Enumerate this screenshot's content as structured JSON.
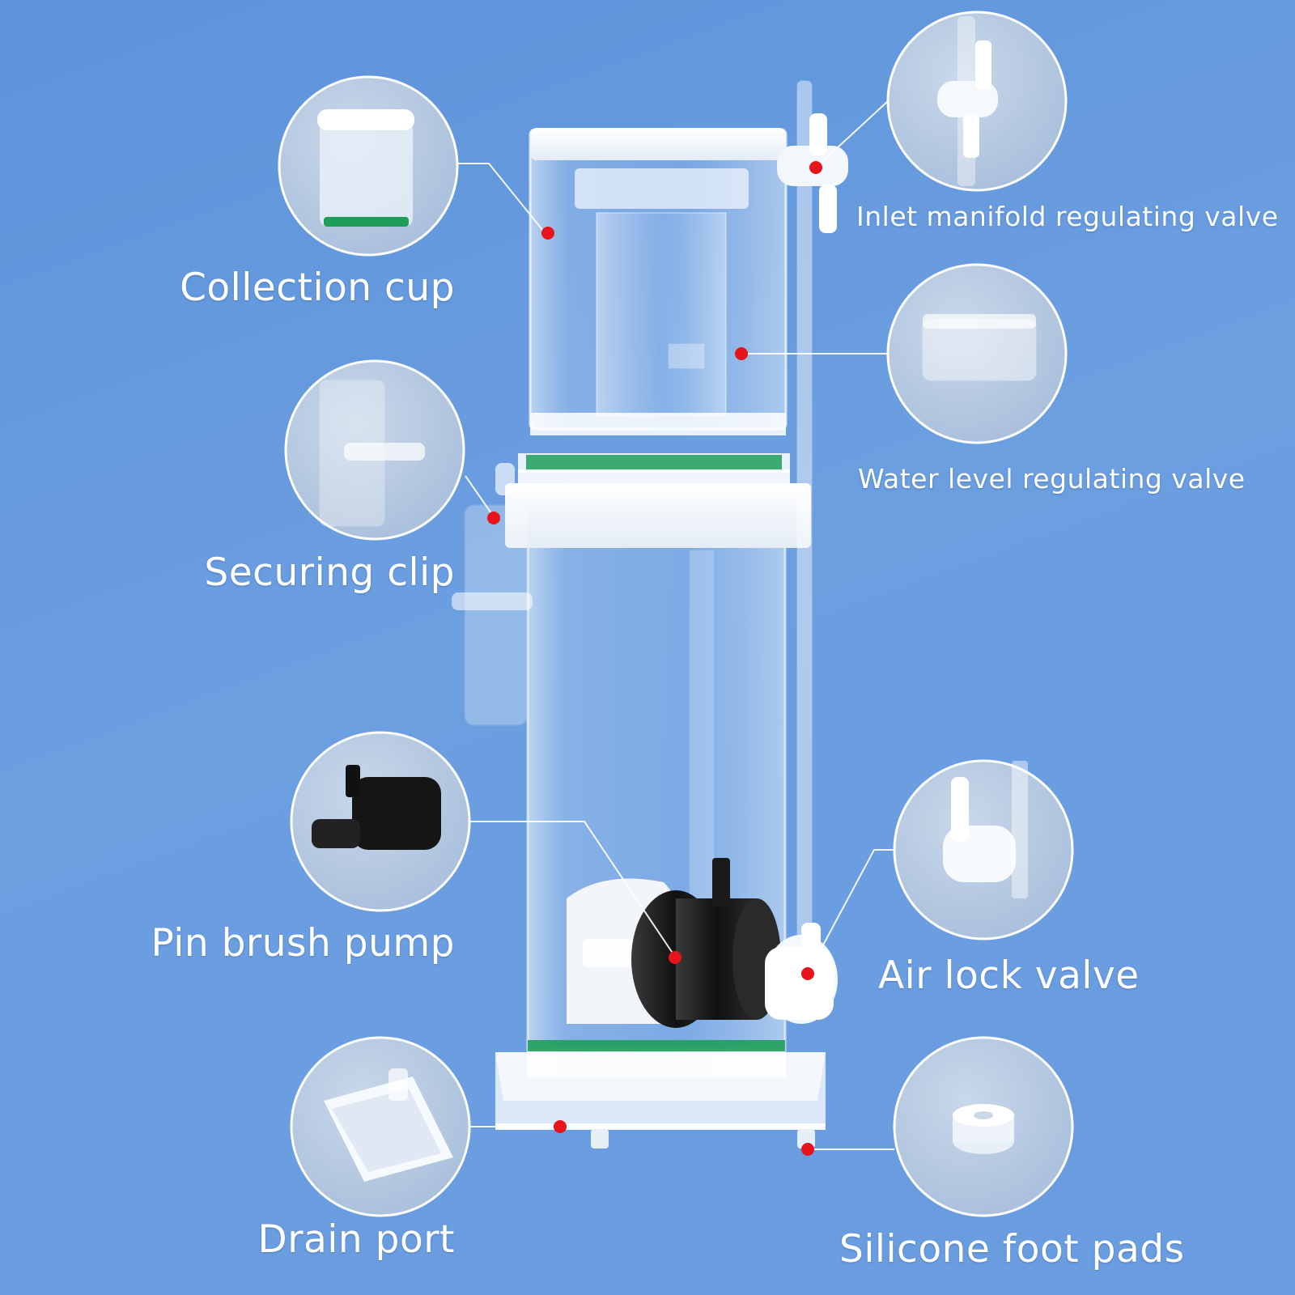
{
  "colors": {
    "background": "#6a9ce0",
    "marker": "#e8141c",
    "callout_line": "#ffffff",
    "label_text": "#ffffff",
    "seal_green": "#1f9e5a",
    "pump_black": "#1a1a1a"
  },
  "callouts": {
    "collection_cup": "Collection cup",
    "securing_clip": "Securing clip",
    "pin_brush_pump": "Pin brush pump",
    "drain_port": "Drain port",
    "inlet_valve": "Inlet manifold regulating valve",
    "water_level_valve": "Water level regulating valve",
    "air_lock_valve": "Air lock valve",
    "silicone_foot_pads": "Silicone foot pads"
  },
  "icons": {
    "collection_cup": "cup-detail-icon",
    "securing_clip": "clip-detail-icon",
    "pin_brush_pump": "pump-detail-icon",
    "drain_port": "drain-detail-icon",
    "inlet_valve": "valve-detail-icon",
    "water_level_valve": "level-valve-detail-icon",
    "air_lock_valve": "airlock-detail-icon",
    "silicone_foot_pads": "foot-pad-detail-icon"
  }
}
